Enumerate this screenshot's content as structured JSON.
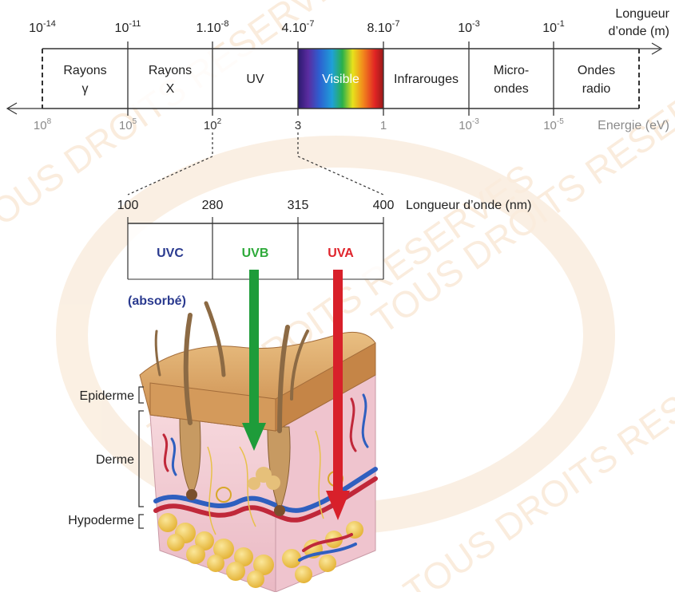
{
  "watermark": {
    "text": "TOUS DROITS RESERVES",
    "color": "#f2c9a0"
  },
  "spectrum": {
    "wavelength_ticks": [
      {
        "base": "10",
        "exp": "-14"
      },
      {
        "base": "10",
        "exp": "-11"
      },
      {
        "base": "1.10",
        "exp": "-8"
      },
      {
        "base": "4.10",
        "exp": "-7"
      },
      {
        "base": "8.10",
        "exp": "-7"
      },
      {
        "base": "10",
        "exp": "-3"
      },
      {
        "base": "10",
        "exp": "-1"
      }
    ],
    "wavelength_axis_label_line1": "Longueur",
    "wavelength_axis_label_line2": "d’onde (m)",
    "regions": [
      {
        "line1": "Rayons",
        "line2": "γ"
      },
      {
        "line1": "Rayons",
        "line2": "X"
      },
      {
        "line1": "UV",
        "line2": ""
      },
      {
        "line1": "Visible",
        "line2": ""
      },
      {
        "line1": "Infrarouges",
        "line2": ""
      },
      {
        "line1": "Micro-",
        "line2": "ondes"
      },
      {
        "line1": "Ondes",
        "line2": "radio"
      }
    ],
    "energy_ticks": [
      {
        "base": "10",
        "exp": "8"
      },
      {
        "base": "10",
        "exp": "5"
      },
      {
        "base": "10",
        "exp": "2"
      },
      {
        "base": "3",
        "exp": ""
      },
      {
        "base": "1",
        "exp": ""
      },
      {
        "base": "10",
        "exp": "-3"
      },
      {
        "base": "10",
        "exp": "-5"
      }
    ],
    "energy_axis_label": "Energie (eV)",
    "axis_color": "#333333",
    "energy_text_color": "#8a8a8a"
  },
  "uv_scale": {
    "ticks": [
      "100",
      "280",
      "315",
      "400"
    ],
    "axis_label": "Longueur d’onde (nm)",
    "bands": [
      {
        "name": "UVC",
        "color": "#2a3a8f"
      },
      {
        "name": "UVB",
        "color": "#2eaa3a"
      },
      {
        "name": "UVA",
        "color": "#e0242c"
      }
    ],
    "note": "(absorbé)",
    "note_color": "#2a3a8f"
  },
  "skin": {
    "layers": [
      "Epiderme",
      "Derme",
      "Hypoderme"
    ],
    "uvb_arrow_color": "#1e9c3a",
    "uva_arrow_color": "#d8202a"
  }
}
